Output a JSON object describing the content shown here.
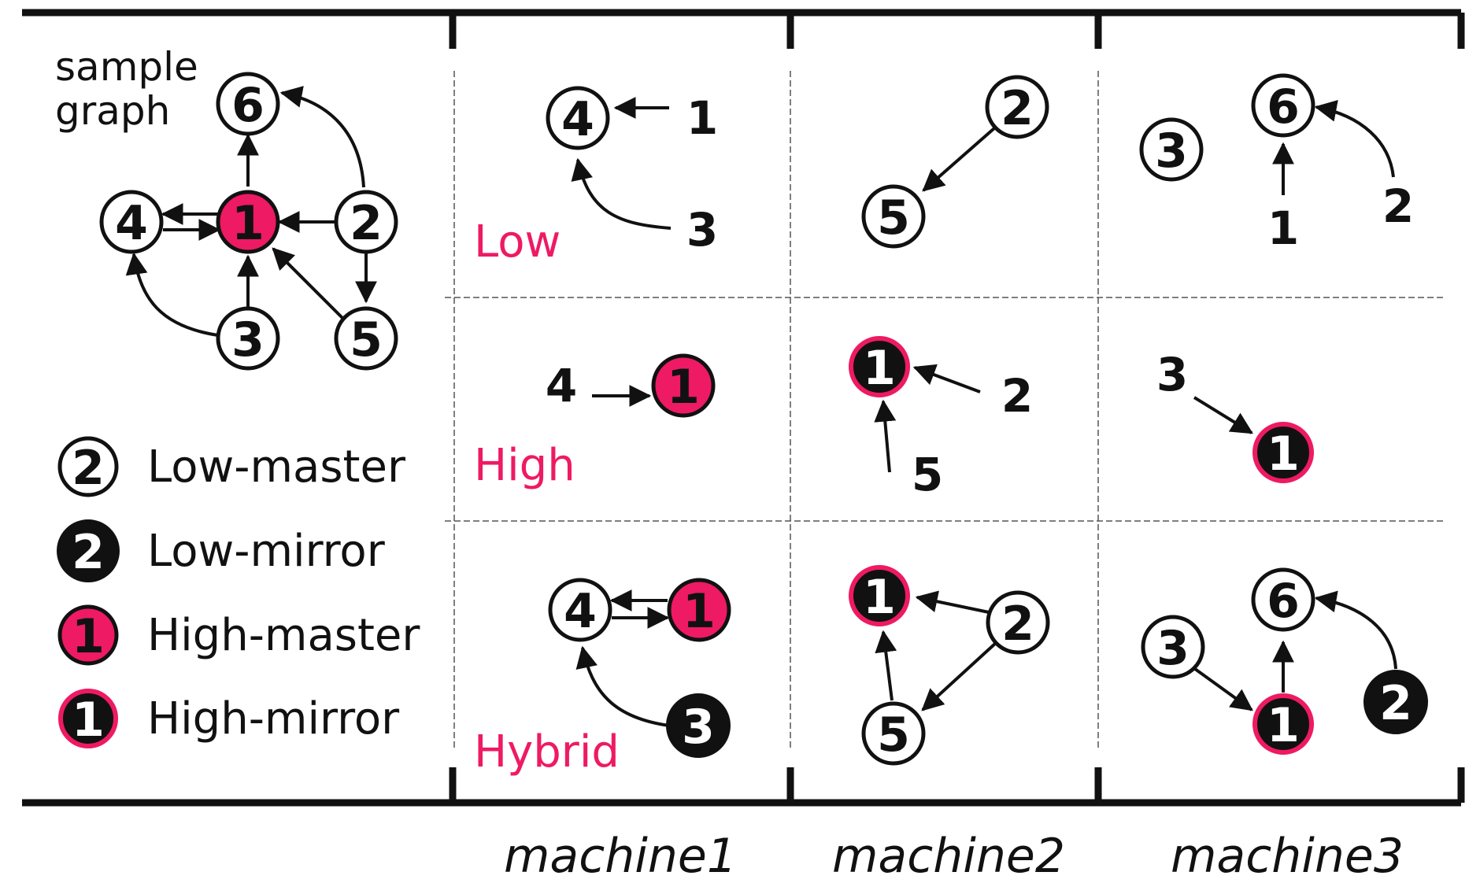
{
  "sample_graph": {
    "title_lines": [
      "sample",
      "graph"
    ],
    "nodes": [
      {
        "id": "6",
        "type": "low-master"
      },
      {
        "id": "4",
        "type": "low-master"
      },
      {
        "id": "1",
        "type": "high-master"
      },
      {
        "id": "2",
        "type": "low-master"
      },
      {
        "id": "3",
        "type": "low-master"
      },
      {
        "id": "5",
        "type": "low-master"
      }
    ],
    "edges": [
      {
        "from": "1",
        "to": "6"
      },
      {
        "from": "2",
        "to": "6"
      },
      {
        "from": "1",
        "to": "4"
      },
      {
        "from": "4",
        "to": "1"
      },
      {
        "from": "2",
        "to": "1"
      },
      {
        "from": "2",
        "to": "5"
      },
      {
        "from": "3",
        "to": "1"
      },
      {
        "from": "5",
        "to": "1"
      },
      {
        "from": "3",
        "to": "4"
      }
    ]
  },
  "legend": [
    {
      "symbol": "2",
      "type": "low-master",
      "label": "Low-master"
    },
    {
      "symbol": "2",
      "type": "low-mirror",
      "label": "Low-mirror"
    },
    {
      "symbol": "1",
      "type": "high-master",
      "label": "High-master"
    },
    {
      "symbol": "1",
      "type": "high-mirror",
      "label": "High-mirror"
    }
  ],
  "modes": [
    "Low",
    "High",
    "Hybrid"
  ],
  "machines": [
    "machine1",
    "machine2",
    "machine3"
  ],
  "partitions": {
    "Low": {
      "machine1": {
        "nodes": [
          {
            "id": "4",
            "type": "low-master"
          }
        ],
        "incoming": [
          {
            "from": "1",
            "to": "4"
          },
          {
            "from": "3",
            "to": "4"
          }
        ]
      },
      "machine2": {
        "nodes": [
          {
            "id": "2",
            "type": "low-master"
          },
          {
            "id": "5",
            "type": "low-master"
          }
        ],
        "edges": [
          {
            "from": "2",
            "to": "5"
          }
        ]
      },
      "machine3": {
        "nodes": [
          {
            "id": "3",
            "type": "low-master"
          },
          {
            "id": "6",
            "type": "low-master"
          }
        ],
        "incoming": [
          {
            "from": "1",
            "to": "6"
          },
          {
            "from": "2",
            "to": "6"
          }
        ]
      }
    },
    "High": {
      "machine1": {
        "nodes": [
          {
            "id": "1",
            "type": "high-master"
          }
        ],
        "incoming": [
          {
            "from": "4",
            "to": "1"
          }
        ]
      },
      "machine2": {
        "nodes": [
          {
            "id": "1",
            "type": "high-mirror"
          }
        ],
        "incoming": [
          {
            "from": "2",
            "to": "1"
          },
          {
            "from": "5",
            "to": "1"
          }
        ]
      },
      "machine3": {
        "nodes": [
          {
            "id": "1",
            "type": "high-mirror"
          }
        ],
        "incoming": [
          {
            "from": "3",
            "to": "1"
          }
        ]
      }
    },
    "Hybrid": {
      "machine1": {
        "nodes": [
          {
            "id": "4",
            "type": "low-master"
          },
          {
            "id": "1",
            "type": "high-master"
          },
          {
            "id": "3",
            "type": "low-mirror"
          }
        ],
        "edges": [
          {
            "from": "1",
            "to": "4"
          },
          {
            "from": "4",
            "to": "1"
          },
          {
            "from": "3",
            "to": "4"
          }
        ]
      },
      "machine2": {
        "nodes": [
          {
            "id": "1",
            "type": "high-mirror"
          },
          {
            "id": "2",
            "type": "low-master"
          },
          {
            "id": "5",
            "type": "low-master"
          }
        ],
        "edges": [
          {
            "from": "2",
            "to": "1"
          },
          {
            "from": "5",
            "to": "1"
          },
          {
            "from": "2",
            "to": "5"
          }
        ]
      },
      "machine3": {
        "nodes": [
          {
            "id": "6",
            "type": "low-master"
          },
          {
            "id": "3",
            "type": "low-master"
          },
          {
            "id": "1",
            "type": "high-mirror"
          },
          {
            "id": "2",
            "type": "low-mirror"
          }
        ],
        "edges": [
          {
            "from": "3",
            "to": "1"
          },
          {
            "from": "1",
            "to": "6"
          },
          {
            "from": "2",
            "to": "6"
          }
        ]
      }
    }
  },
  "colors": {
    "accent": "#ee1a63",
    "ink": "#111111",
    "background": "#ffffff"
  }
}
